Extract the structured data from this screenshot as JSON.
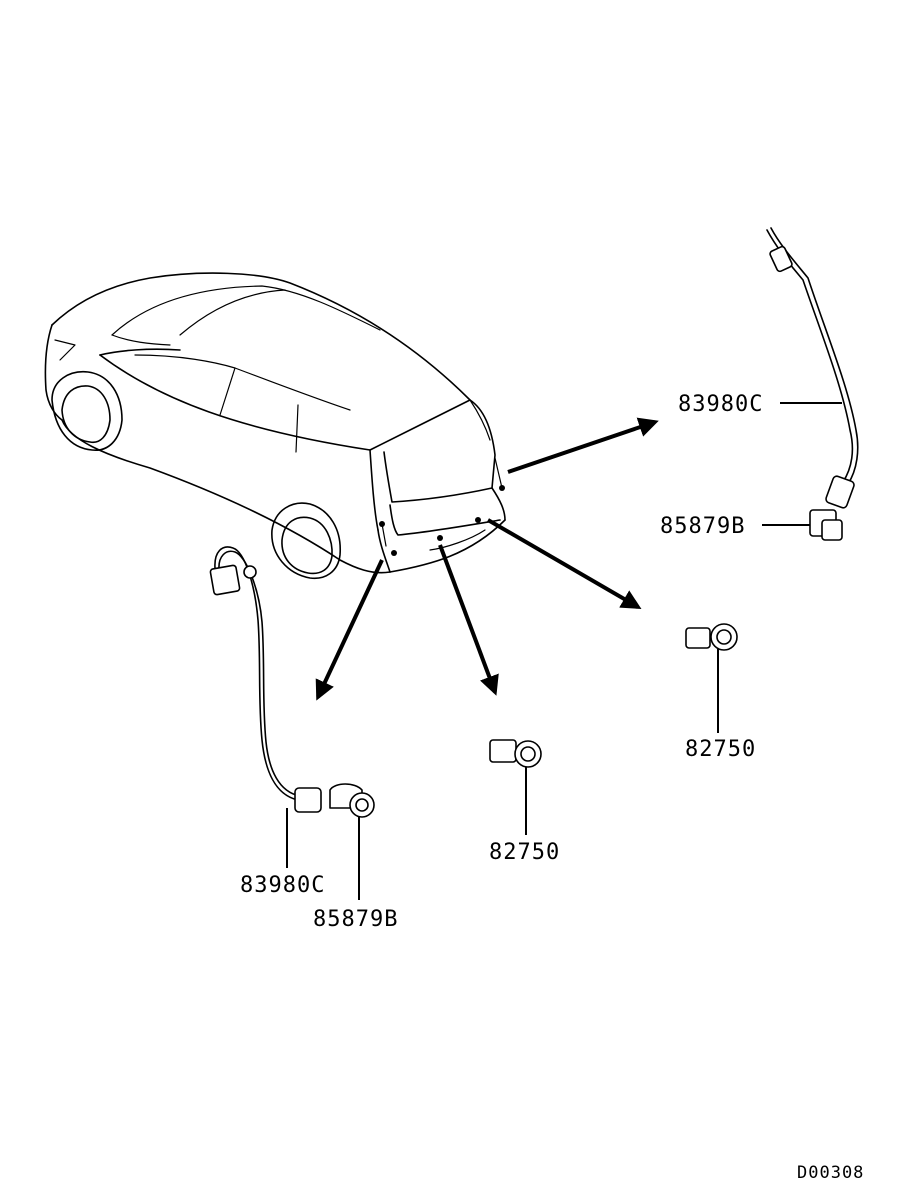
{
  "parts": {
    "wire_right": "83980C",
    "holder_right": "85879B",
    "sensor_right": "82750",
    "sensor_center": "82750",
    "wire_left": "83980C",
    "holder_left": "85879B"
  },
  "diagram_code": "D00308"
}
